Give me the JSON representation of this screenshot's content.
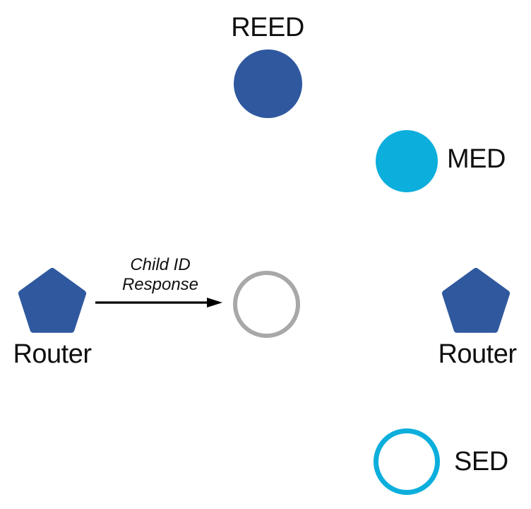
{
  "diagram": {
    "background": "#ffffff",
    "colors": {
      "router_blue": "#2F589E",
      "device_cyan": "#0CAEDC",
      "open_gray": "#A8A8A8",
      "text": "#101010",
      "arrow_black": "#000000"
    },
    "nodes": {
      "reed": {
        "label": "REED",
        "shape": "filled-circle",
        "color": "#2F589E"
      },
      "med": {
        "label": "MED",
        "shape": "filled-circle",
        "color": "#0CAEDC"
      },
      "router_left": {
        "label": "Router",
        "shape": "pentagon",
        "color": "#2F589E"
      },
      "joining_child": {
        "label": "",
        "shape": "outline-circle",
        "color": "#A8A8A8"
      },
      "router_right": {
        "label": "Router",
        "shape": "pentagon",
        "color": "#2F589E"
      },
      "sed": {
        "label": "SED",
        "shape": "outline-circle",
        "color": "#0CAEDC"
      }
    },
    "arrow": {
      "label_line1": "Child ID",
      "label_line2": "Response",
      "direction": "router_left to joining_child"
    }
  }
}
